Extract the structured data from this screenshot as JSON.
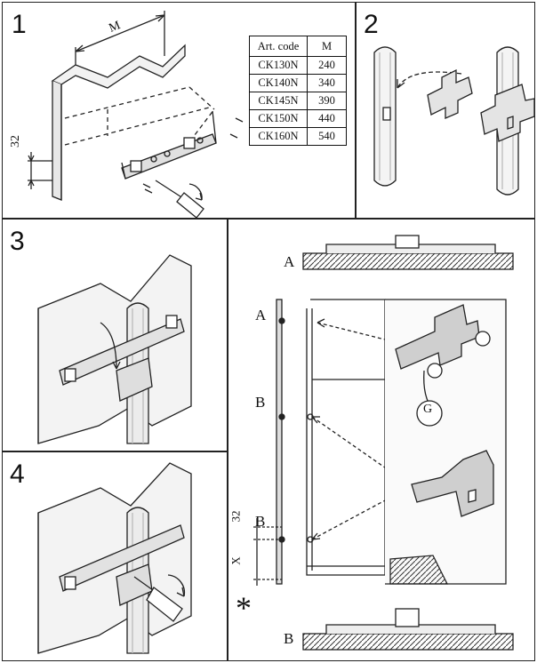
{
  "steps": [
    "1",
    "2",
    "3",
    "4"
  ],
  "table": {
    "headers": [
      "Art. code",
      "M"
    ],
    "rows": [
      [
        "CK130N",
        "240"
      ],
      [
        "CK140N",
        "340"
      ],
      [
        "CK145N",
        "390"
      ],
      [
        "CK150N",
        "440"
      ],
      [
        "CK160N",
        "540"
      ]
    ]
  },
  "dims": {
    "m": "M",
    "offset_32": "32",
    "x": "X"
  },
  "labels": {
    "a": "A",
    "b": "B",
    "g": "G",
    "asterisk": "*"
  }
}
